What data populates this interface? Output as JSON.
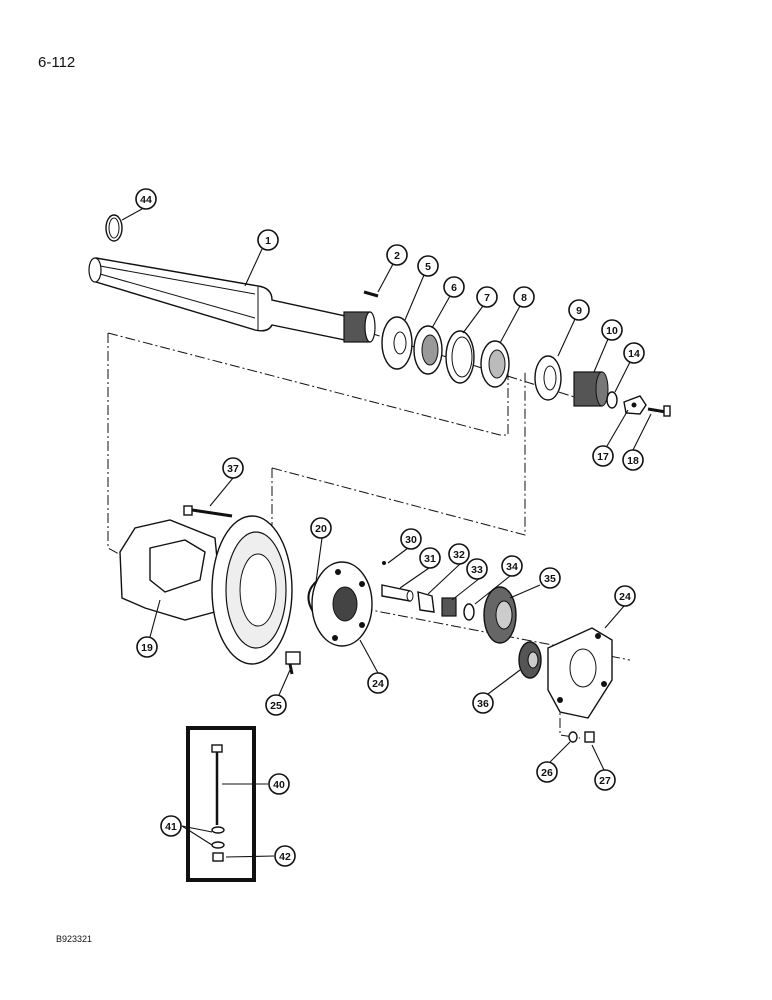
{
  "page_number": "6-112",
  "figure_code": "B923321",
  "callouts": {
    "c1": "1",
    "c2": "2",
    "c5": "5",
    "c6": "6",
    "c7": "7",
    "c8": "8",
    "c9": "9",
    "c10": "10",
    "c14": "14",
    "c17": "17",
    "c18": "18",
    "c19": "19",
    "c20": "20",
    "c24a": "24",
    "c24b": "24",
    "c25": "25",
    "c26": "26",
    "c27": "27",
    "c30": "30",
    "c31": "31",
    "c32": "32",
    "c33": "33",
    "c34": "34",
    "c35": "35",
    "c36": "36",
    "c37": "37",
    "c40": "40",
    "c41": "41",
    "c42": "42",
    "c44": "44"
  }
}
